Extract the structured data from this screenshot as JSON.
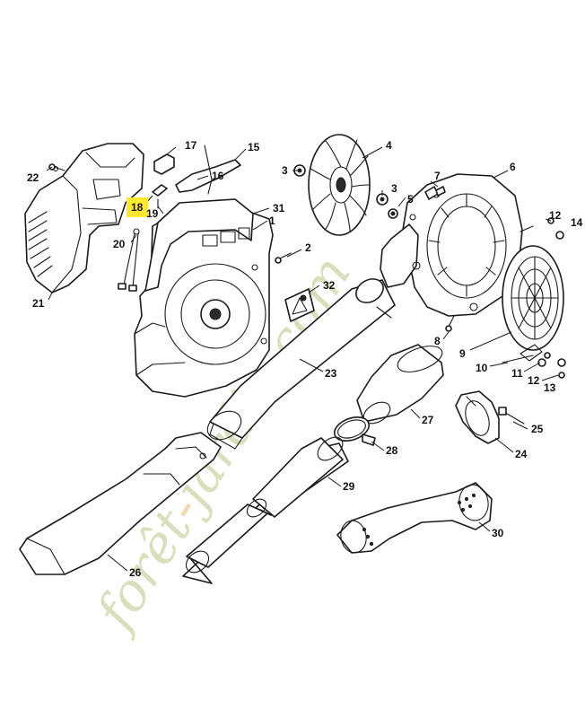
{
  "watermark": {
    "parts": [
      "forêt",
      "-",
      "jardin",
      ".com"
    ]
  },
  "colors": {
    "highlight": "#ffe92e",
    "line": "#1a1a1a",
    "watermark_green": "#c9d6a4",
    "watermark_orange": "#f2c79a"
  },
  "callouts": [
    {
      "id": "c17",
      "label": "17"
    },
    {
      "id": "c15",
      "label": "15"
    },
    {
      "id": "c16",
      "label": "16"
    },
    {
      "id": "c22",
      "label": "22"
    },
    {
      "id": "c18",
      "label": "18",
      "highlighted": true
    },
    {
      "id": "c19",
      "label": "19"
    },
    {
      "id": "c31",
      "label": "31"
    },
    {
      "id": "c1",
      "label": "1"
    },
    {
      "id": "c20",
      "label": "20"
    },
    {
      "id": "c2",
      "label": "2"
    },
    {
      "id": "c21",
      "label": "21"
    },
    {
      "id": "c32",
      "label": "32"
    },
    {
      "id": "c4",
      "label": "4"
    },
    {
      "id": "c3a",
      "label": "3"
    },
    {
      "id": "c3b",
      "label": "3"
    },
    {
      "id": "c7",
      "label": "7"
    },
    {
      "id": "c5",
      "label": "5"
    },
    {
      "id": "c6",
      "label": "6"
    },
    {
      "id": "c12a",
      "label": "12"
    },
    {
      "id": "c14",
      "label": "14"
    },
    {
      "id": "c8",
      "label": "8"
    },
    {
      "id": "c9",
      "label": "9"
    },
    {
      "id": "c10",
      "label": "10"
    },
    {
      "id": "c11",
      "label": "11"
    },
    {
      "id": "c12b",
      "label": "12"
    },
    {
      "id": "c13",
      "label": "13"
    },
    {
      "id": "c23",
      "label": "23"
    },
    {
      "id": "c27",
      "label": "27"
    },
    {
      "id": "c25",
      "label": "25"
    },
    {
      "id": "c28",
      "label": "28"
    },
    {
      "id": "c24",
      "label": "24"
    },
    {
      "id": "c29",
      "label": "29"
    },
    {
      "id": "c26",
      "label": "26"
    },
    {
      "id": "c30",
      "label": "30"
    }
  ]
}
